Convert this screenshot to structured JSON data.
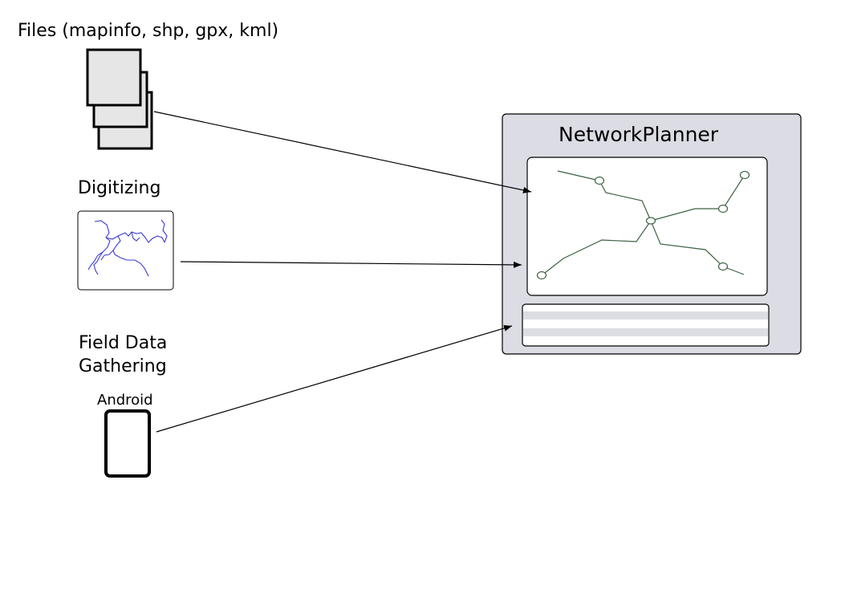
{
  "sources": {
    "files": {
      "label": "Files (mapinfo, shp, gpx, kml)",
      "icon": "stacked-documents-icon"
    },
    "digitizing": {
      "label": "Digitizing",
      "icon": "digitized-map-icon"
    },
    "field_data": {
      "label_line1": "Field Data",
      "label_line2": "Gathering",
      "device_label": "Android",
      "icon": "android-phone-icon"
    }
  },
  "network_planner": {
    "title": "NetworkPlanner",
    "panel_color": "#dcdce4",
    "network_line_color": "#3d6142",
    "digitized_line_color": "#3b3bd6"
  }
}
